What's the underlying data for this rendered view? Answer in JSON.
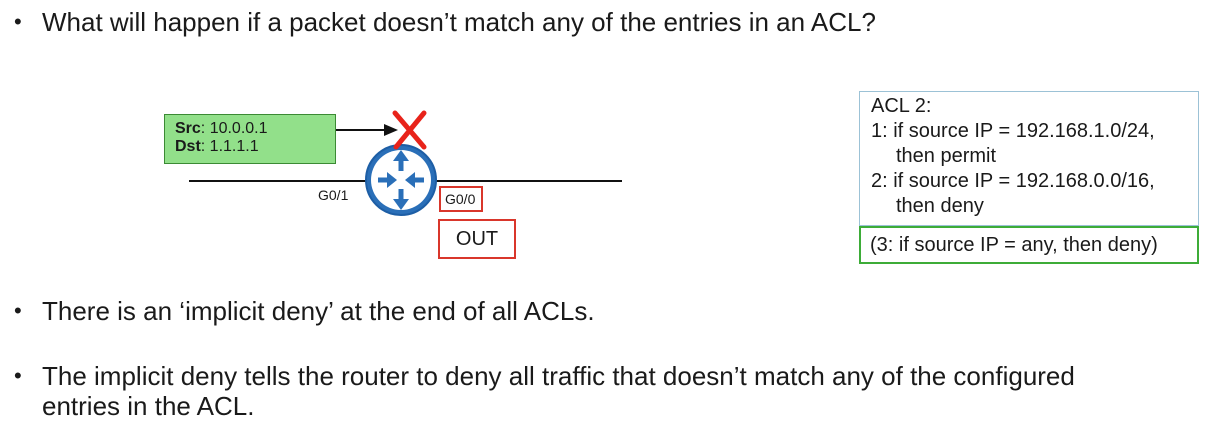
{
  "bullets": {
    "question": "What will happen if a packet doesn’t match any of the entries in an ACL?",
    "implicit": "There is an ‘implicit deny’ at the end of all ACLs.",
    "explain_line1": "The implicit deny tells the router to deny all traffic that doesn’t match any of the configured",
    "explain_line2": "entries in the ACL.",
    "bullet_symbol": "•"
  },
  "packet": {
    "src_label": "Src",
    "src_value": ": 10.0.0.1",
    "dst_label": "Dst",
    "dst_value": ": 1.1.1.1"
  },
  "router": {
    "in_interface": "G0/1",
    "out_interface": "G0/0",
    "direction": "OUT",
    "icon": "router-icon",
    "blocked_mark": "X"
  },
  "acl": {
    "title": "ACL 2:",
    "entries": [
      {
        "line1": "1: if source IP = 192.168.1.0/24,",
        "line2": "then permit"
      },
      {
        "line1": "2: if source IP = 192.168.0.0/16,",
        "line2": "then deny"
      }
    ],
    "implicit_entry": "(3: if source IP = any, then deny)"
  },
  "colors": {
    "packet_fill": "#92e08a",
    "highlight_red": "#d9362b",
    "implicit_green": "#3dac38",
    "router_blue": "#2a6fb8"
  }
}
